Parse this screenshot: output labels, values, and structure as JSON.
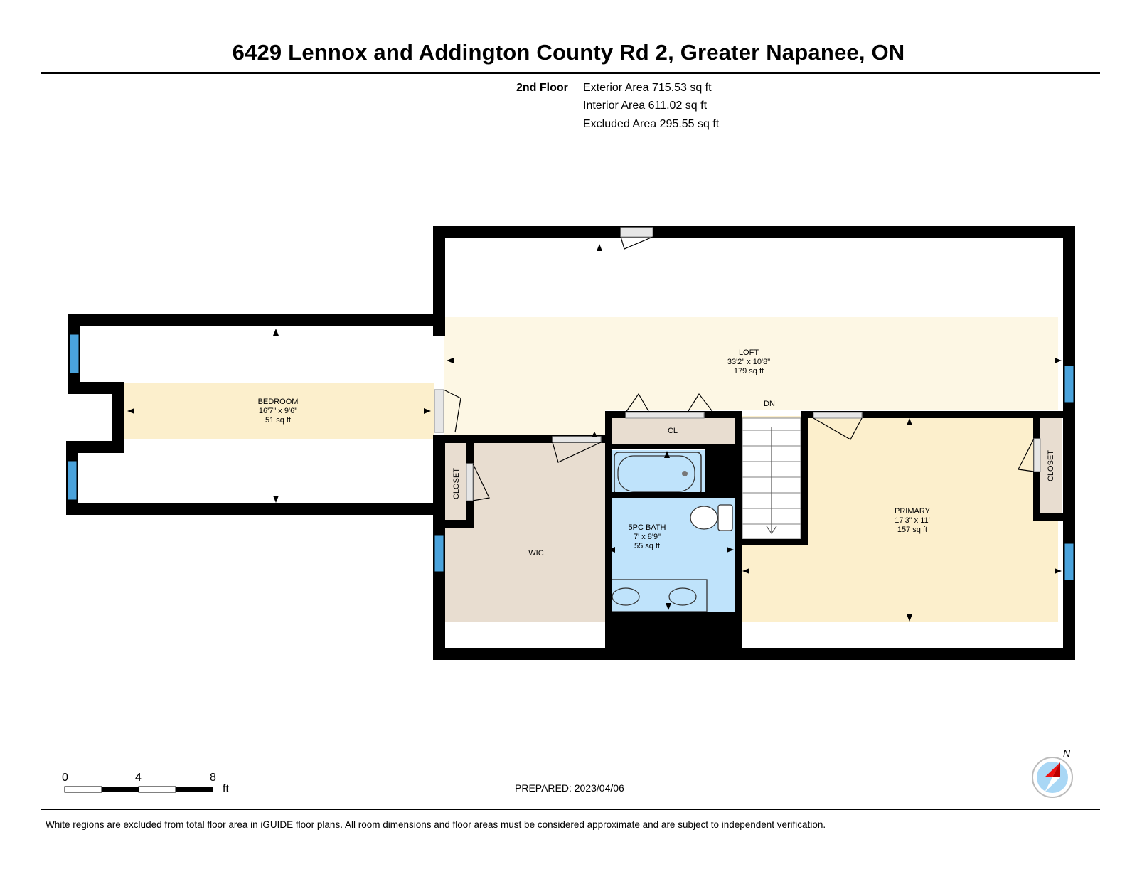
{
  "header": {
    "title": "6429 Lennox and Addington County Rd 2, Greater Napanee, ON"
  },
  "floor": {
    "label": "2nd Floor",
    "exterior_area": "Exterior Area 715.53 sq ft",
    "interior_area": "Interior Area 611.02 sq ft",
    "excluded_area": "Excluded Area 295.55 sq ft"
  },
  "rooms": {
    "bedroom": {
      "name": "BEDROOM",
      "dims": "16'7\" x 9'6\"",
      "area": "51 sq ft"
    },
    "loft": {
      "name": "LOFT",
      "dims": "33'2\" x 10'8\"",
      "area": "179 sq ft"
    },
    "bath": {
      "name": "5PC BATH",
      "dims": "7' x 8'9\"",
      "area": "55 sq ft"
    },
    "primary": {
      "name": "PRIMARY",
      "dims": "17'3\" x 11'",
      "area": "157 sq ft"
    },
    "wic": {
      "name": "WIC"
    },
    "cl": {
      "name": "CL"
    },
    "closet_left": {
      "name": "CLOSET"
    },
    "closet_right": {
      "name": "CLOSET"
    },
    "stairs": {
      "label": "DN"
    }
  },
  "scale": {
    "tick0": "0",
    "tick1": "4",
    "tick2": "8",
    "unit": "ft"
  },
  "compass": {
    "label": "N"
  },
  "prepared": "PREPARED: 2023/04/06",
  "footer": {
    "note": "White regions are excluded from total floor area in iGUIDE floor plans. All room dimensions and floor areas must be considered approximate and are subject to independent verification."
  },
  "colors": {
    "loft": "#fdf7e4",
    "bedroom": "#fcefcc",
    "primary": "#fcefcc",
    "wic": "#e8ddd0",
    "bath": "#bfe3fb",
    "window": "#4aa3dc",
    "wall": "#000000"
  }
}
